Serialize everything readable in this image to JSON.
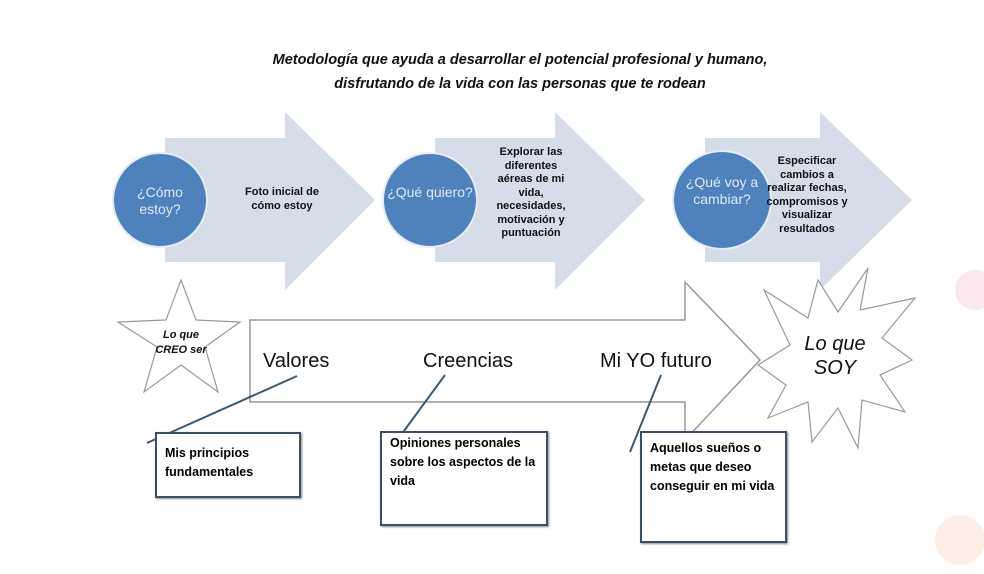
{
  "title": {
    "line1": "Metodología que ayuda a desarrollar el potencial profesional y humano,",
    "line2": "disfrutando de la vida con las personas que te rodean"
  },
  "steps": [
    {
      "question": "¿Cómo estoy?",
      "description": "Foto inicial de cómo estoy"
    },
    {
      "question": "¿Qué quiero?",
      "description": "Explorar las diferentes aéreas de mi vida, necesidades, motivación y puntuación"
    },
    {
      "question": "¿Qué voy a cambiar?",
      "description": "Especificar cambios a realizar fechas, compromisos y visualizar resultados"
    }
  ],
  "start_star": "Lo que CREO ser",
  "end_burst": "Lo que SOY",
  "path_labels": [
    "Valores",
    "Creencias",
    "Mi YO futuro"
  ],
  "definitions": [
    "Mis principios fundamentales",
    "Opiniones personales sobre los aspectos de la vida",
    "Aquellos sueños o metas que deseo conseguir en mi vida"
  ],
  "colors": {
    "arrow_fill": "#d6dde9",
    "circle_fill": "#4f81bd",
    "box_border": "#3a4f63"
  }
}
